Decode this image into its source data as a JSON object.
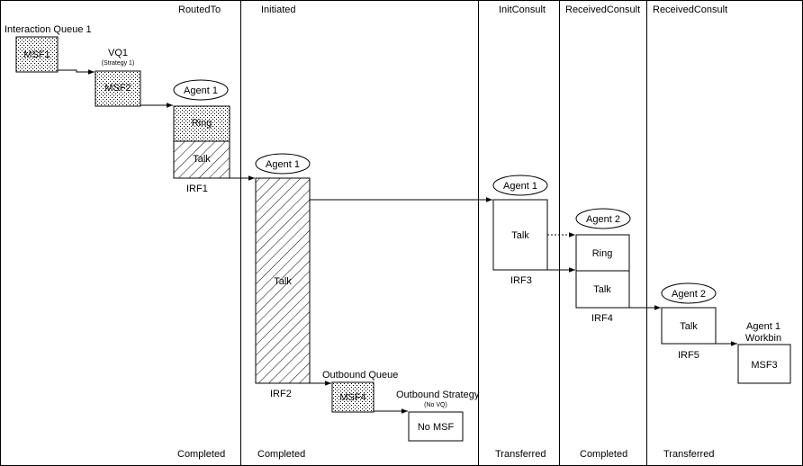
{
  "columns": [
    {
      "header": "RoutedTo",
      "footer": "Completed"
    },
    {
      "header": "Initiated",
      "footer": "Completed"
    },
    {
      "header": "InitConsult",
      "footer": "Transferred"
    },
    {
      "header": "ReceivedConsult",
      "footer": "Completed"
    },
    {
      "header": "ReceivedConsult",
      "footer": "Transferred"
    }
  ],
  "labels": {
    "interaction_queue": "Interaction Queue 1",
    "vq1": "VQ1",
    "vq1_sub": "(Strategy 1)",
    "outbound_queue": "Outbound Queue",
    "outbound_strategy": "Outbound Strategy",
    "outbound_strategy_sub": "(No VQ)",
    "workbin_line1": "Agent 1",
    "workbin_line2": "Workbin"
  },
  "agents": {
    "a1": "Agent 1",
    "a2": "Agent 1",
    "a3": "Agent 1",
    "a4": "Agent 2",
    "a5": "Agent 2"
  },
  "boxes": {
    "msf1": "MSF1",
    "msf2": "MSF2",
    "ring1": "Ring",
    "talk1": "Talk",
    "talk2": "Talk",
    "msf4": "MSF4",
    "nomsf": "No MSF",
    "talk3": "Talk",
    "ring4": "Ring",
    "talk4": "Talk",
    "talk5": "Talk",
    "msf3": "MSF3"
  },
  "irf": {
    "irf1": "IRF1",
    "irf2": "IRF2",
    "irf3": "IRF3",
    "irf4": "IRF4",
    "irf5": "IRF5"
  },
  "colors": {
    "line": "#000000",
    "background": "#ffffff"
  }
}
